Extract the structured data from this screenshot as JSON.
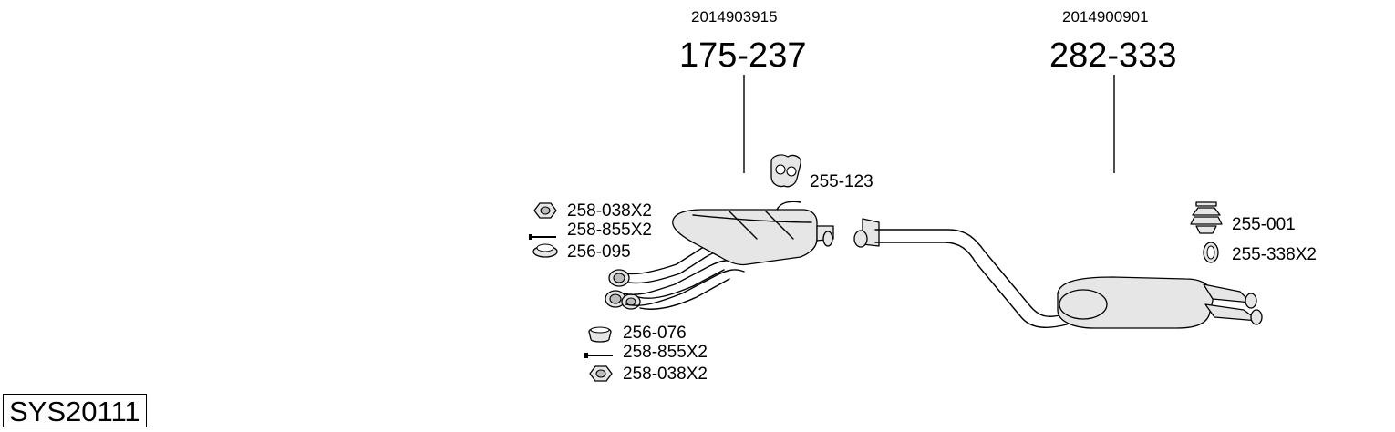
{
  "assemblies": [
    {
      "oem_number": "2014903915",
      "part_number": "175-237"
    },
    {
      "oem_number": "2014900901",
      "part_number": "282-333"
    }
  ],
  "components": {
    "hanger_front": "255-123",
    "nut_upper": "258-038X2",
    "bolt_upper": "258-855X2",
    "gasket_upper": "256-095",
    "gasket_lower": "256-076",
    "bolt_lower": "258-855X2",
    "nut_lower": "258-038X2",
    "rubber_mount_rear": "255-001",
    "ring_rear": "255-338X2"
  },
  "system_code": "SYS20111"
}
